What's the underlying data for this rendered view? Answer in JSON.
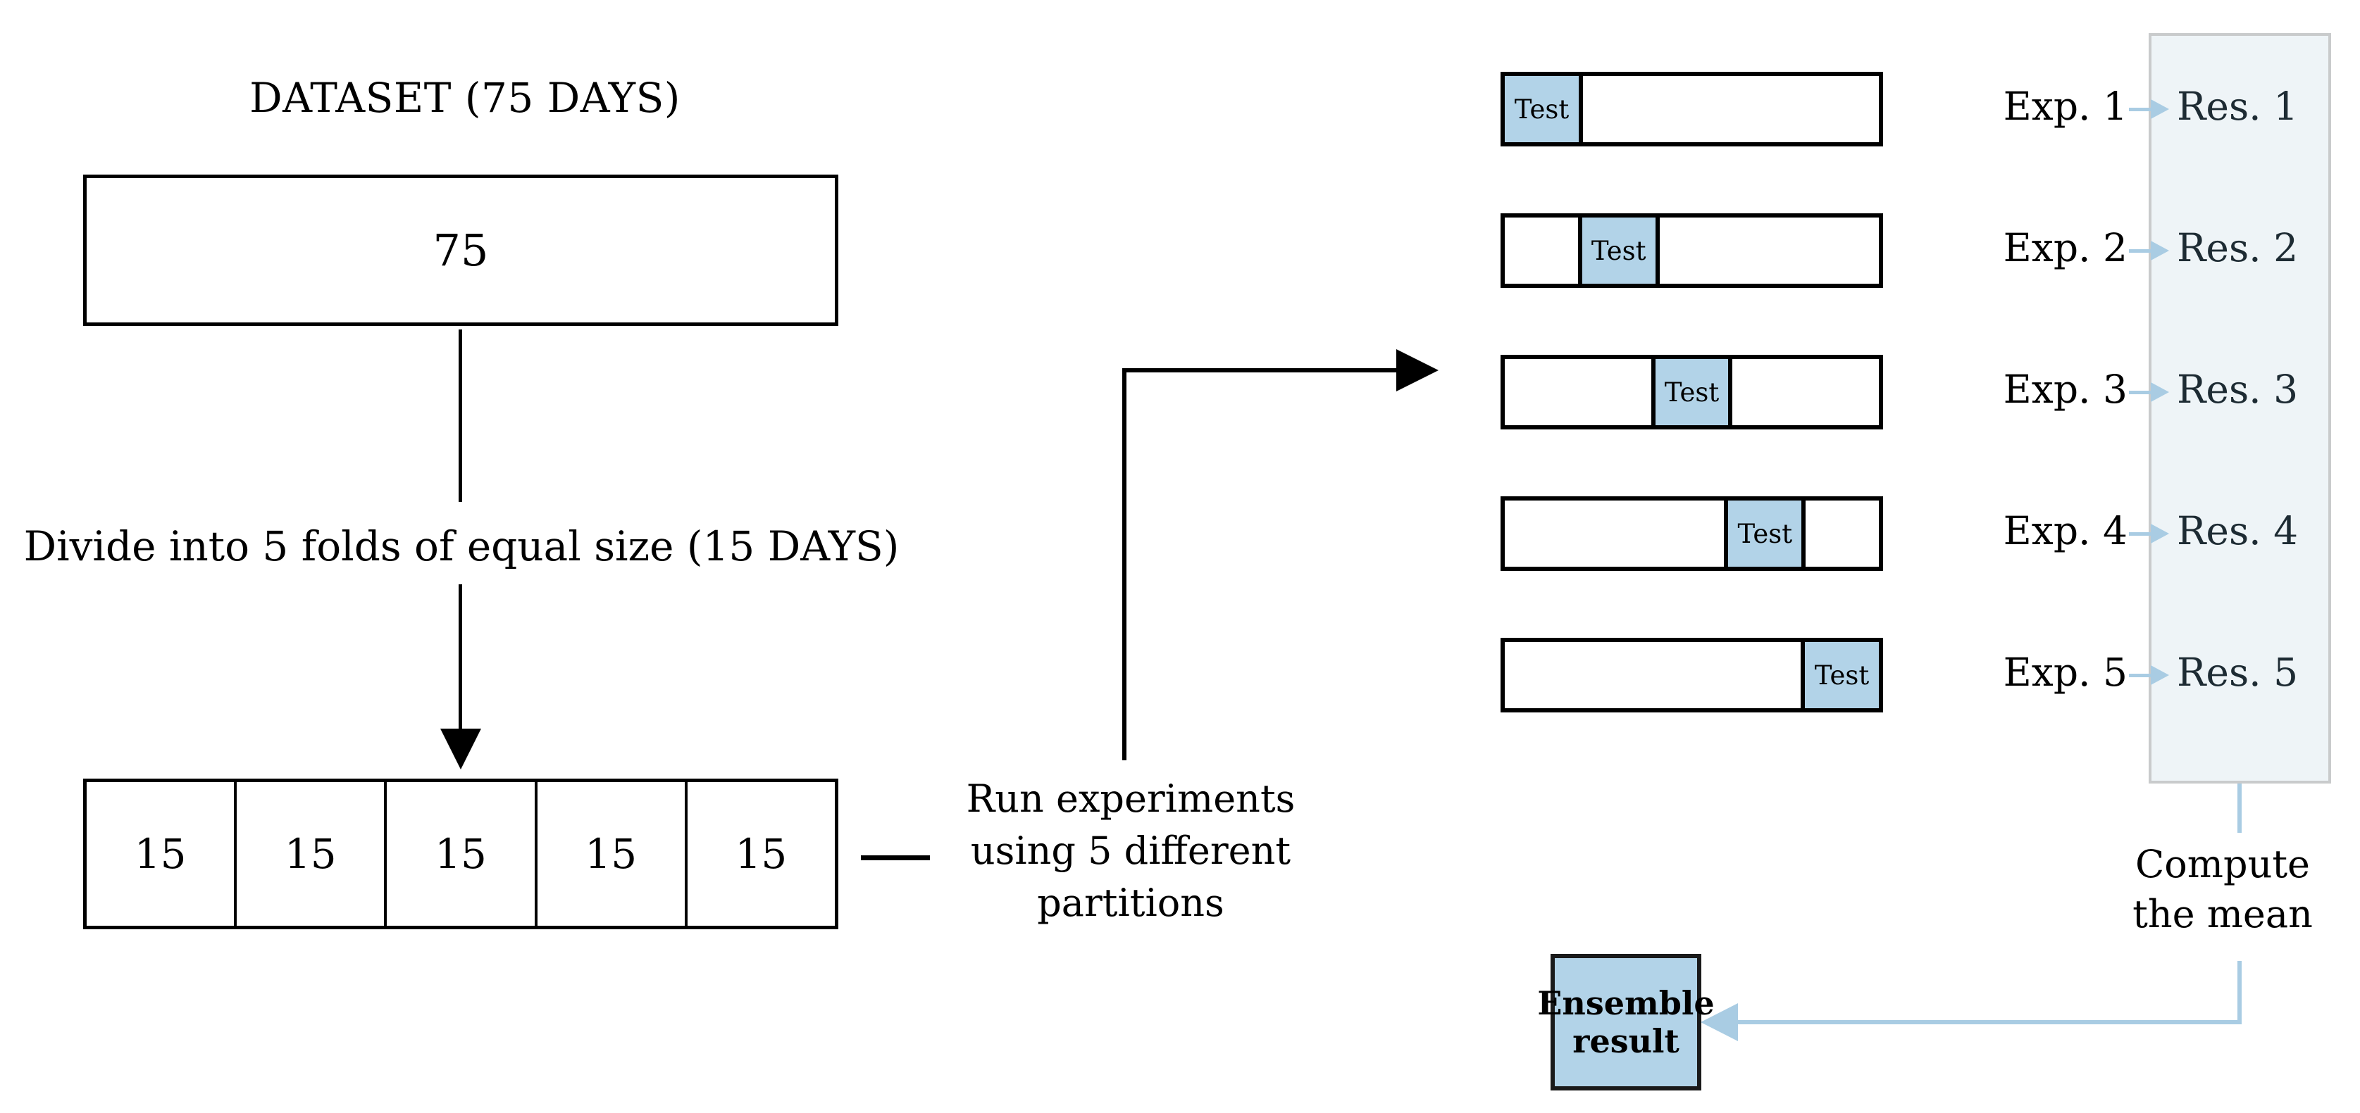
{
  "left": {
    "dataset_title": "DATASET (75 DAYS)",
    "dataset_value": "75",
    "divide_label": "Divide into 5 folds of equal size (15 DAYS)",
    "folds": [
      "15",
      "15",
      "15",
      "15",
      "15"
    ],
    "run_caption": "Run experiments using 5 different partitions"
  },
  "bars": {
    "test_label": "Test",
    "total_segments": 5,
    "rows": [
      {
        "test_index": 0
      },
      {
        "test_index": 1
      },
      {
        "test_index": 2
      },
      {
        "test_index": 3
      },
      {
        "test_index": 4
      }
    ]
  },
  "experiments": [
    {
      "exp": "Exp. 1",
      "res": "Res. 1"
    },
    {
      "exp": "Exp. 2",
      "res": "Res. 2"
    },
    {
      "exp": "Exp. 3",
      "res": "Res. 3"
    },
    {
      "exp": "Exp. 4",
      "res": "Res. 4"
    },
    {
      "exp": "Exp. 5",
      "res": "Res. 5"
    }
  ],
  "mean": {
    "caption_line_1": "Compute",
    "caption_line_2": "the mean",
    "ensemble_line_1": "Ensemble",
    "ensemble_line_2": "result"
  },
  "colors": {
    "test_fill": "#b2d3e8",
    "panel_fill": "#eef4f7",
    "panel_border": "#c9cbcc",
    "connector_blue": "#a9cce3",
    "stroke": "#000000"
  }
}
